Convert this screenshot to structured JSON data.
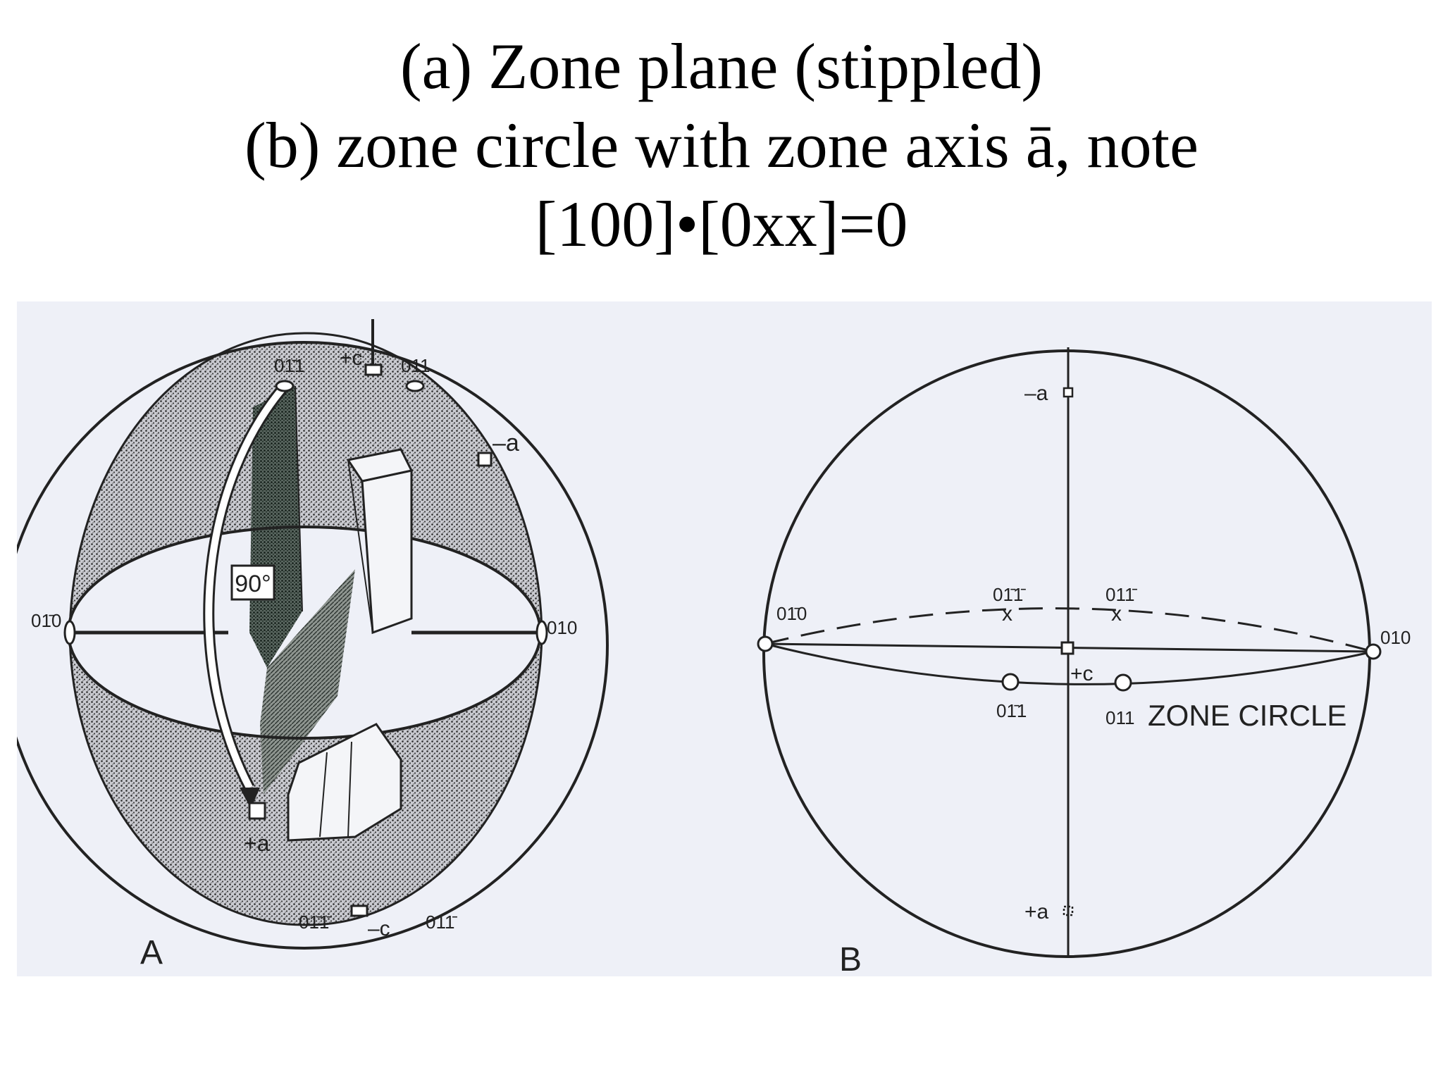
{
  "title": {
    "line1": "(a) Zone plane (stippled)",
    "line2": "(b) zone circle with zone axis ā, note",
    "line3": "[100]•[0xx]=0"
  },
  "panel_a": {
    "letter": "A",
    "angle_label": "90°",
    "plus_c": "+c",
    "minus_c": "–c",
    "plus_a": "+a",
    "minus_a": "–a",
    "pole_0b1": "01̄1",
    "pole_011": "011",
    "pole_0b10": "01̄0",
    "pole_010": "010",
    "pole_0b1b1": "01̄1̄",
    "pole_01b1": "011̄"
  },
  "panel_b": {
    "letter": "B",
    "minus_a": "–a",
    "plus_a": "+a",
    "plus_c": "+c",
    "pole_0b10": "01̄0",
    "pole_010": "010",
    "pole_0b1b1": "01̄1̄",
    "pole_01b1": "011̄",
    "pole_0b11": "01̄1",
    "pole_011": "011",
    "zone_circle": "ZONE CIRCLE"
  }
}
